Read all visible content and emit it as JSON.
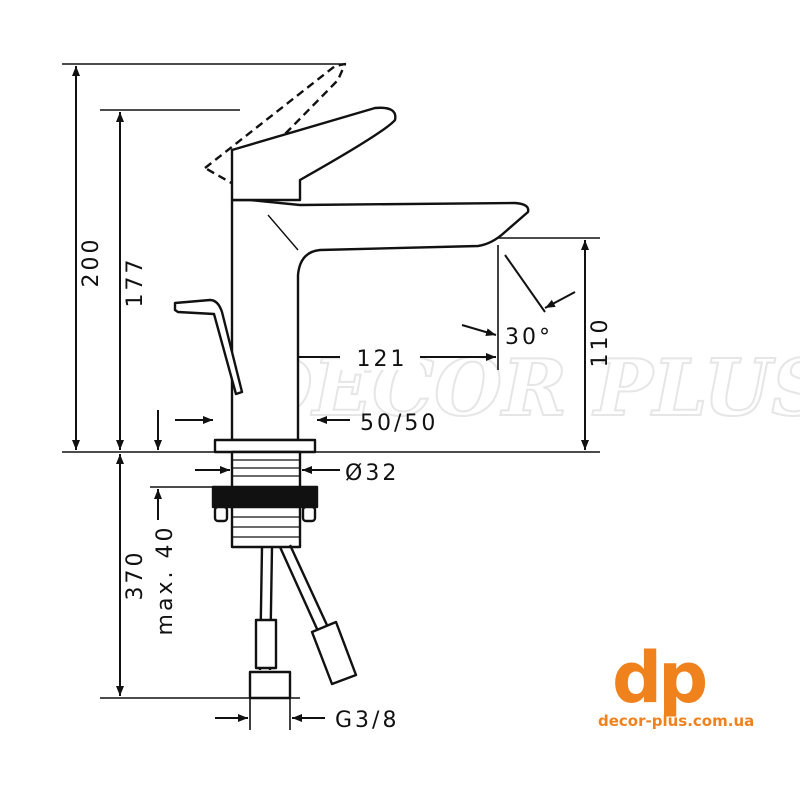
{
  "drawing": {
    "dimensions": {
      "total_height": "200",
      "spout_height": "177",
      "outlet_height": "110",
      "projection": "121",
      "angle": "30°",
      "flow": "50/50",
      "hole_diameter": "Ø32",
      "below_height": "370",
      "max_thickness": "max. 40",
      "connection": "G3/8"
    },
    "watermark": "DECOR PLUS"
  },
  "logo": {
    "mark": "dp",
    "url": "decor-plus.com.ua",
    "color": "#f0821e"
  }
}
